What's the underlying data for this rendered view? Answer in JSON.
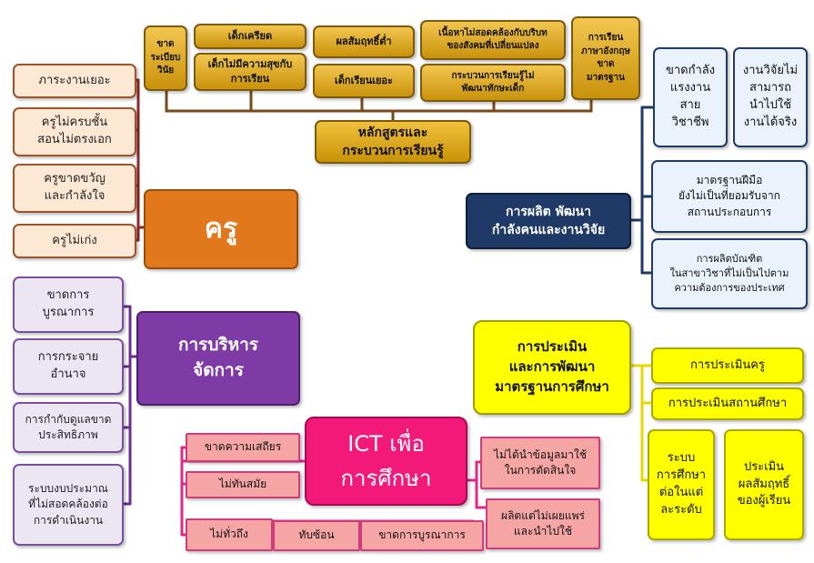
{
  "colors": {
    "curriculum": "#7a4a1a",
    "teacher": "#8b2a2a",
    "admin": "#6a2d91",
    "production": "#1f3864",
    "assessment": "#e6d800",
    "ict": "#e0288a"
  },
  "curriculum": {
    "hub": "หลักสูตรและ\nกระบวนการเรียนรู้",
    "items": [
      "ขาด\nระเบียบ\nวินัย",
      "เด็กเครียด",
      "เด็กไม่มีความสุขกับ\nการเรียน",
      "ผลสัมฤทธิ์ต่ำ",
      "เด็กเรียนเยอะ",
      "เนื้อหาไม่สอดคล้องกับบริบท\nของสังคมที่เปลี่ยนแปลง",
      "กระบวนการเรียนรู้ไม่\nพัฒนาทักษะเด็ก",
      "การเรียน\nภาษาอังกฤษ\nขาด\nมาตรฐาน"
    ]
  },
  "teacher": {
    "hub": "ครู",
    "items": [
      "ภาระงานเยอะ",
      "ครูไม่ครบชั้น\nสอนไม่ตรงเอก",
      "ครูขาดขวัญ\nและกำลังใจ",
      "ครูไม่เก่ง"
    ]
  },
  "admin": {
    "hub": "การบริหาร\nจัดการ",
    "items": [
      "ขาดการ\nบูรณาการ",
      "การกระจาย\nอำนาจ",
      "การกำกับดูแลขาด\nประสิทธิภาพ",
      "ระบบงบประมาณ\nที่ไม่สอดคล้องต่อ\nการดำเนินงาน"
    ]
  },
  "production": {
    "hub": "การผลิต พัฒนา\nกำลังคนและงานวิจัย",
    "items": [
      "ขาดกำลัง\nแรงงาน\nสาย\nวิชาชีพ",
      "งานวิจัยไม่\nสามารถ\nนำไปใช้\nงานได้จริง",
      "มาตรฐานฝีมือ\nยังไม่เป็นที่ยอมรับจาก\nสถานประกอบการ",
      "การผลิตบัณฑิต\nในสาขาวิชาที่ไม่เป็นไปตาม\nความต้องการของประเทศ"
    ]
  },
  "assessment": {
    "hub": "การประเมิน\nและการพัฒนา\nมาตรฐานการศึกษา",
    "items": [
      "การประเมินครู",
      "การประเมินสถานศึกษา",
      "ระบบ\nการศึกษา\nต่อในแต่\nละระดับ",
      "ประเมิน\nผลสัมฤทธิ์\nของผู้เรียน"
    ]
  },
  "ict": {
    "hub": "ICT เพื่อ\nการศึกษา",
    "items": [
      "ขาดความเสถียร",
      "ไม่ทันสมัย",
      "ไม่ทั่วถึง",
      "ทับซ้อน",
      "ขาดการบูรณาการ",
      "ไม่ได้นำข้อมูลมาใช้\nในการตัดสินใจ",
      "ผลิตแต่ไม่เผยแพร่\nและนำไปใช้"
    ]
  }
}
